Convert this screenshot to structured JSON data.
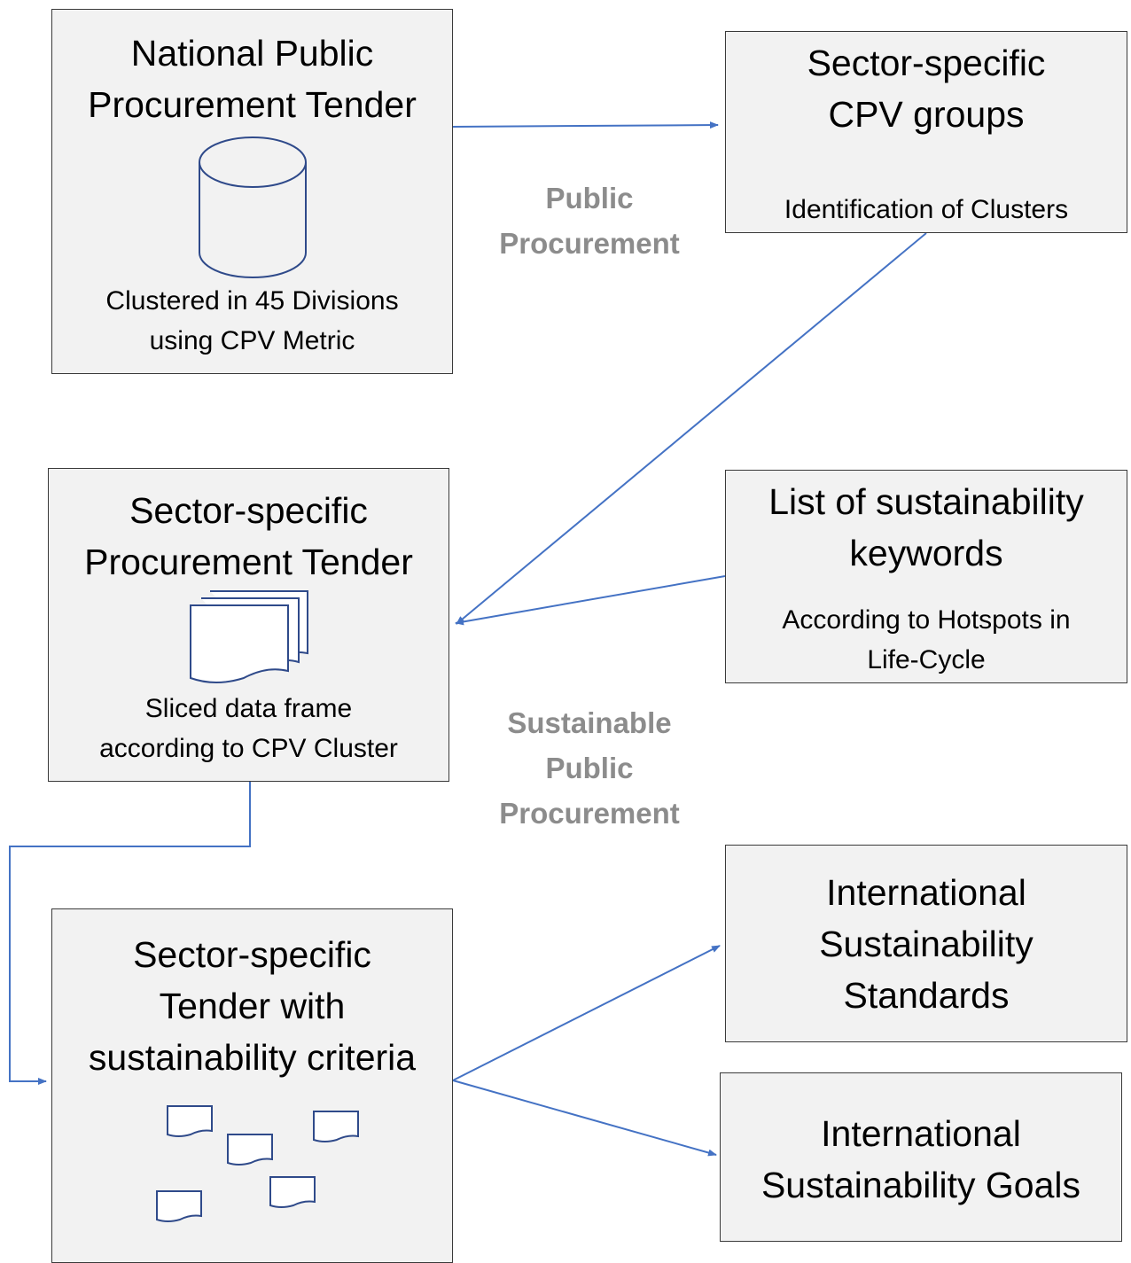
{
  "boxes": {
    "national_tender": {
      "title": [
        "National Public",
        "Procurement Tender"
      ],
      "subtitle": [
        "Clustered in 45 Divisions",
        "using CPV Metric"
      ],
      "icon": "database-cylinder-icon"
    },
    "cpv_groups": {
      "title": [
        "Sector-specific",
        "CPV groups"
      ],
      "subtitle": [
        "Identification of Clusters"
      ]
    },
    "sector_tender": {
      "title": [
        "Sector-specific",
        "Procurement Tender"
      ],
      "subtitle": [
        "Sliced data frame",
        "according to CPV Cluster"
      ],
      "icon": "stacked-documents-icon"
    },
    "keywords": {
      "title": [
        "List of sustainability",
        "keywords"
      ],
      "subtitle": [
        "According to Hotspots in",
        "Life-Cycle"
      ]
    },
    "tender_criteria": {
      "title": [
        "Sector-specific",
        "Tender with",
        "sustainability criteria"
      ],
      "icon": "scattered-documents-icon"
    },
    "standards": {
      "title": [
        "International",
        "Sustainability",
        "Standards"
      ]
    },
    "goals": {
      "title": [
        "International",
        "Sustainability Goals"
      ]
    }
  },
  "labels": {
    "public_procurement": [
      "Public",
      "Procurement"
    ],
    "sustainable_public_procurement": [
      "Sustainable",
      "Public",
      "Procurement"
    ]
  },
  "colors": {
    "arrow": "#4472c4",
    "box_fill": "#f2f2f2",
    "box_border": "#3a3a3a",
    "label_text": "#8c8c8c",
    "icon_stroke": "#2f4a8a"
  }
}
